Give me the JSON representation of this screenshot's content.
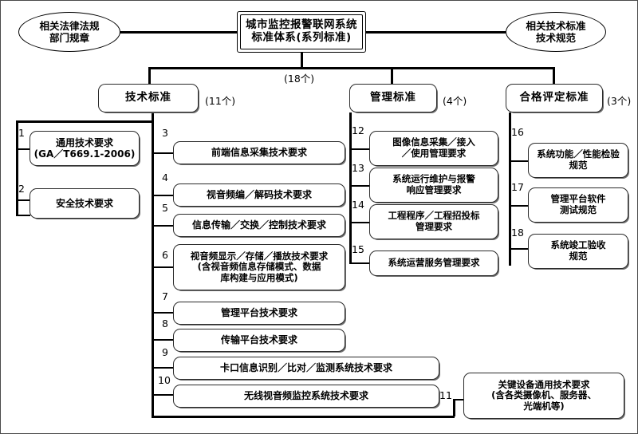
{
  "diagram": {
    "title": "城市监控报警联网系统标准体系(系列标准)",
    "root": {
      "line1": "城市监控报警联网系统",
      "line2": "标准体系(系列标准)",
      "count": "(18个)"
    },
    "side_nodes": [
      {
        "name": "left-ellipse",
        "line1": "相关法律法规",
        "line2": "部门规章"
      },
      {
        "name": "right-ellipse",
        "line1": "相关技术标准",
        "line2": "技术规范"
      }
    ],
    "categories": [
      {
        "key": "technical",
        "label": "技术标准",
        "count": "(11个)"
      },
      {
        "key": "management",
        "label": "管理标准",
        "count": "(4个)"
      },
      {
        "key": "conformity",
        "label": "合格评定标准",
        "count": "(3个)"
      }
    ],
    "technical_items": [
      {
        "num": "1",
        "text": "通用技术要求\n(GA／T669.1-2006)"
      },
      {
        "num": "2",
        "text": "安全技术要求"
      },
      {
        "num": "3",
        "text": "前端信息采集技术要求"
      },
      {
        "num": "4",
        "text": "视音频编／解码技术要求"
      },
      {
        "num": "5",
        "text": "信息传输／交换／控制技术要求"
      },
      {
        "num": "6",
        "text": "视音频显示／存储／播放技术要求\n(含视音频信息存储模式、数据\n库构建与应用模式)"
      },
      {
        "num": "7",
        "text": "管理平台技术要求"
      },
      {
        "num": "8",
        "text": "传输平台技术要求"
      },
      {
        "num": "9",
        "text": "卡口信息识别／比对／监测系统技术要求"
      },
      {
        "num": "10",
        "text": "无线视音频监控系统技术要求"
      },
      {
        "num": "11",
        "text": "关键设备通用技术要求\n(含各类摄像机、服务器、\n光端机等)"
      }
    ],
    "management_items": [
      {
        "num": "12",
        "text": "图像信息采集／接入\n／使用管理要求"
      },
      {
        "num": "13",
        "text": "系统运行维护与报警\n响应管理要求"
      },
      {
        "num": "14",
        "text": "工程程序／工程招投标\n管理要求"
      },
      {
        "num": "15",
        "text": "系统运营服务管理要求"
      }
    ],
    "conformity_items": [
      {
        "num": "16",
        "text": "系统功能／性能检验\n规范"
      },
      {
        "num": "17",
        "text": "管理平台软件\n测试规范"
      },
      {
        "num": "18",
        "text": "系统竣工验收\n规范"
      }
    ],
    "colors": {
      "line": "#000000",
      "box_border": "#2b2b2b",
      "shadow": "#6f6f6f",
      "background": "#ffffff"
    }
  }
}
